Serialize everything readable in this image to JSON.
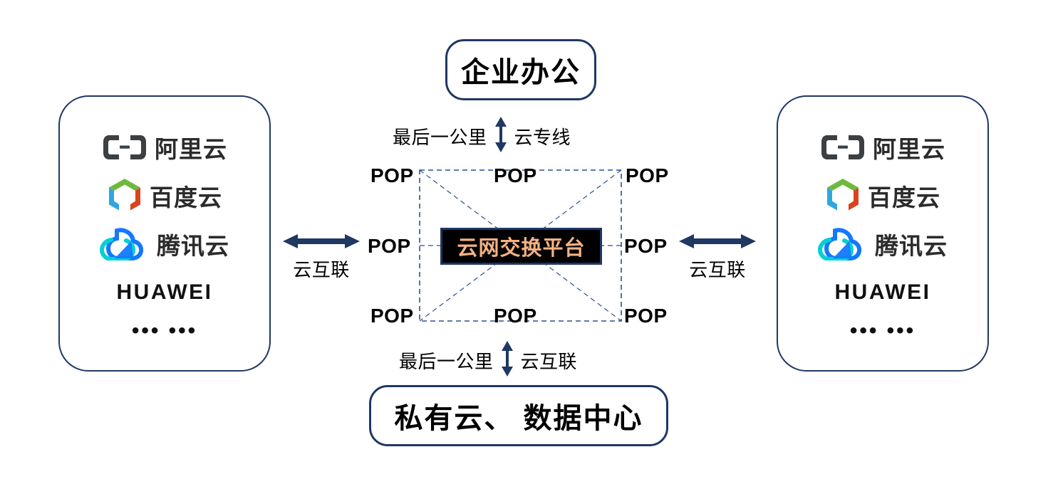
{
  "diagram": {
    "title_center": "云网交换平台",
    "endpoints": {
      "top": "企业办公",
      "bottom": "私有云、 数据中心"
    },
    "connectors": {
      "top": {
        "left_label": "最后一公里",
        "right_label": "云专线",
        "arrow": "double-arrow-vertical-icon"
      },
      "bottom": {
        "left_label": "最后一公里",
        "right_label": "云互联",
        "arrow": "double-arrow-vertical-icon"
      },
      "left": {
        "label": "云互联",
        "arrow": "double-arrow-horizontal-icon"
      },
      "right": {
        "label": "云互联",
        "arrow": "double-arrow-horizontal-icon"
      }
    },
    "pop_nodes": [
      {
        "id": "top-left",
        "label": "POP"
      },
      {
        "id": "top-center",
        "label": "POP"
      },
      {
        "id": "top-right",
        "label": "POP"
      },
      {
        "id": "mid-left",
        "label": "POP"
      },
      {
        "id": "mid-right",
        "label": "POP"
      },
      {
        "id": "bottom-left",
        "label": "POP"
      },
      {
        "id": "bottom-center",
        "label": "POP"
      },
      {
        "id": "bottom-right",
        "label": "POP"
      }
    ],
    "panels": {
      "left": {
        "providers": [
          {
            "name": "阿里云",
            "logo": "aliyun-logo-icon"
          },
          {
            "name": "百度云",
            "logo": "baidu-cloud-logo-icon"
          },
          {
            "name": "腾讯云",
            "logo": "tencent-cloud-logo-icon"
          },
          {
            "name": "HUAWEI",
            "logo": "huawei-wordmark-icon"
          }
        ],
        "more": "••• •••"
      },
      "right": {
        "providers": [
          {
            "name": "阿里云",
            "logo": "aliyun-logo-icon"
          },
          {
            "name": "百度云",
            "logo": "baidu-cloud-logo-icon"
          },
          {
            "name": "腾讯云",
            "logo": "tencent-cloud-logo-icon"
          },
          {
            "name": "HUAWEI",
            "logo": "huawei-wordmark-icon"
          }
        ],
        "more": "••• •••"
      }
    },
    "colors": {
      "border_navy": "#1F3864",
      "platform_fill": "#000000",
      "platform_text": "#F4B183",
      "arrow_navy": "#1F3864",
      "mesh_dash": "#2F4F8F",
      "baidu_green": "#6FB93C",
      "baidu_blue": "#2EA7E0",
      "baidu_red": "#D9441F",
      "tencent_blue": "#1478FF",
      "tencent_cyan": "#00D1D1",
      "aliyun_dark": "#3C4043"
    }
  }
}
